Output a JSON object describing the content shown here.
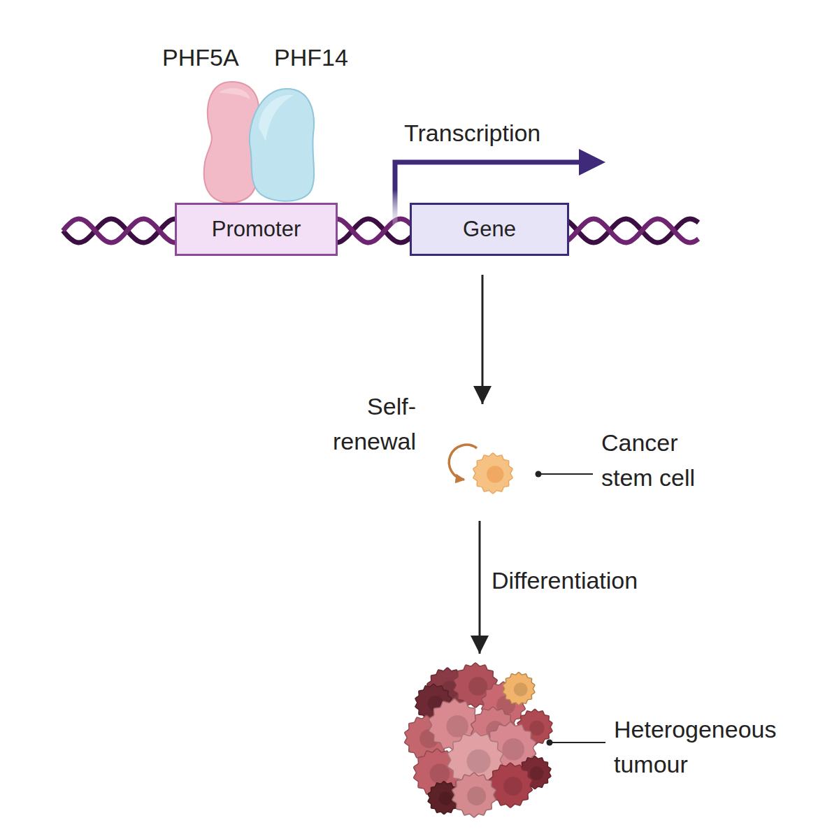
{
  "diagram": {
    "nodes": [
      {
        "text": [
          "PHF5A"
        ]
      },
      {
        "text": [
          "PHF14"
        ]
      },
      {
        "text": [
          "Promoter"
        ]
      },
      {
        "text": [
          "Gene"
        ]
      },
      {
        "text": [
          "Cancer stem cell"
        ]
      },
      {
        "text": [
          "Heterogeneous tumour"
        ]
      }
    ],
    "edges": [
      {
        "from": 3,
        "to": 4,
        "arrow": "to"
      },
      {
        "from": 4,
        "to": 5,
        "label": "Differentiation",
        "arrow": "to"
      }
    ],
    "labels": [
      "Transcription",
      "Self-renewal"
    ]
  }
}
